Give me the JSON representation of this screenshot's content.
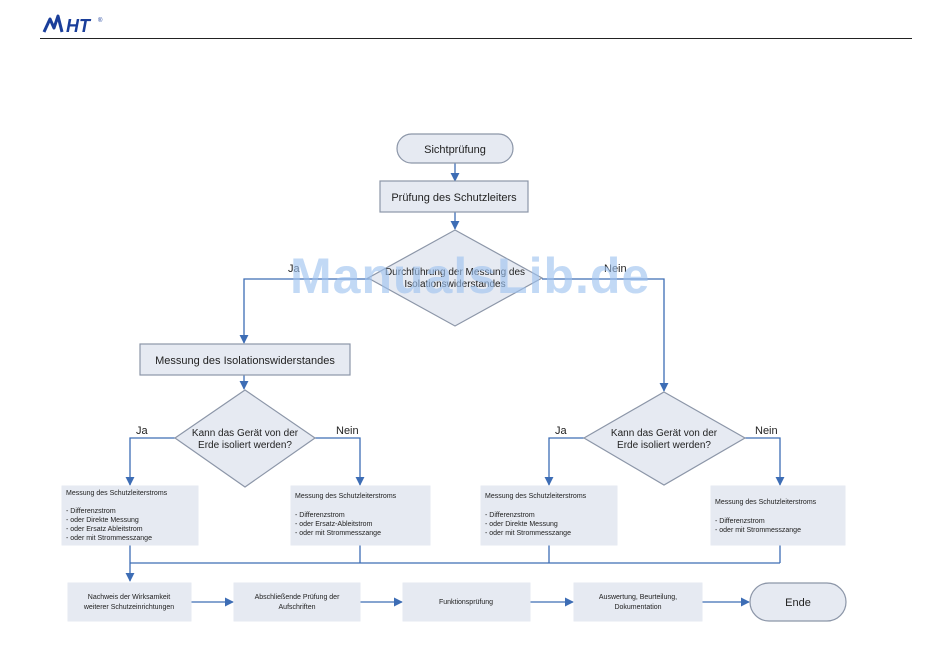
{
  "header": {
    "logo_text": "HT",
    "logo_mark": "®"
  },
  "watermark": "ManualsLib.de",
  "flowchart": {
    "start": "Sichtprüfung",
    "protective_conductor_test": "Prüfung des Schutzleiters",
    "decision_main": [
      "Durchführung der Messung des",
      "Isolationswiderstandes"
    ],
    "label_yes_main": "Ja",
    "label_no_main": "Nein",
    "insulation_measurement": "Messung des Isolationswiderstandes",
    "decision_left": [
      "Kann das Gerät von der",
      "Erde isoliert werden?"
    ],
    "decision_right": [
      "Kann das Gerät von der",
      "Erde isoliert werden?"
    ],
    "label_yes_left": "Ja",
    "label_no_left": "Nein",
    "label_yes_right": "Ja",
    "label_no_right": "Nein",
    "box_1": [
      "Messung des Schutzleiterstroms",
      "",
      "- Differenzstrom",
      "- oder Direkte Messung",
      "- oder Ersatz Ableitstrom",
      "- oder mit Strommesszange"
    ],
    "box_2": [
      "Messung des Schutzleiterstroms",
      "",
      "- Differenzstrom",
      "- oder Ersatz-Ableitstrom",
      "- oder mit Strommesszange"
    ],
    "box_3": [
      "Messung des Schutzleiterstroms",
      "",
      "- Differenzstrom",
      "- oder Direkte Messung",
      "- oder mit Strommesszange"
    ],
    "box_4": [
      "Messung des Schutzleiterstroms",
      "",
      "- Differenzstrom",
      "- oder mit Strommesszange"
    ],
    "bottom_1": [
      "Nachweis der Wirksamkeit",
      "weiterer Schutzeinrichtungen"
    ],
    "bottom_2": [
      "Abschließende Prüfung der",
      "Aufschriften"
    ],
    "bottom_3": [
      "Funktionsprüfung"
    ],
    "bottom_4": [
      "Auswertung, Beurteilung,",
      "Dokumentation"
    ],
    "end": "Ende"
  },
  "colors": {
    "box_fill": "#e6eaf2",
    "box_stroke": "#8c96a8",
    "connector": "#3d6db5",
    "watermark": "#9ec3f0",
    "logo_blue": "#1a3e9a"
  }
}
